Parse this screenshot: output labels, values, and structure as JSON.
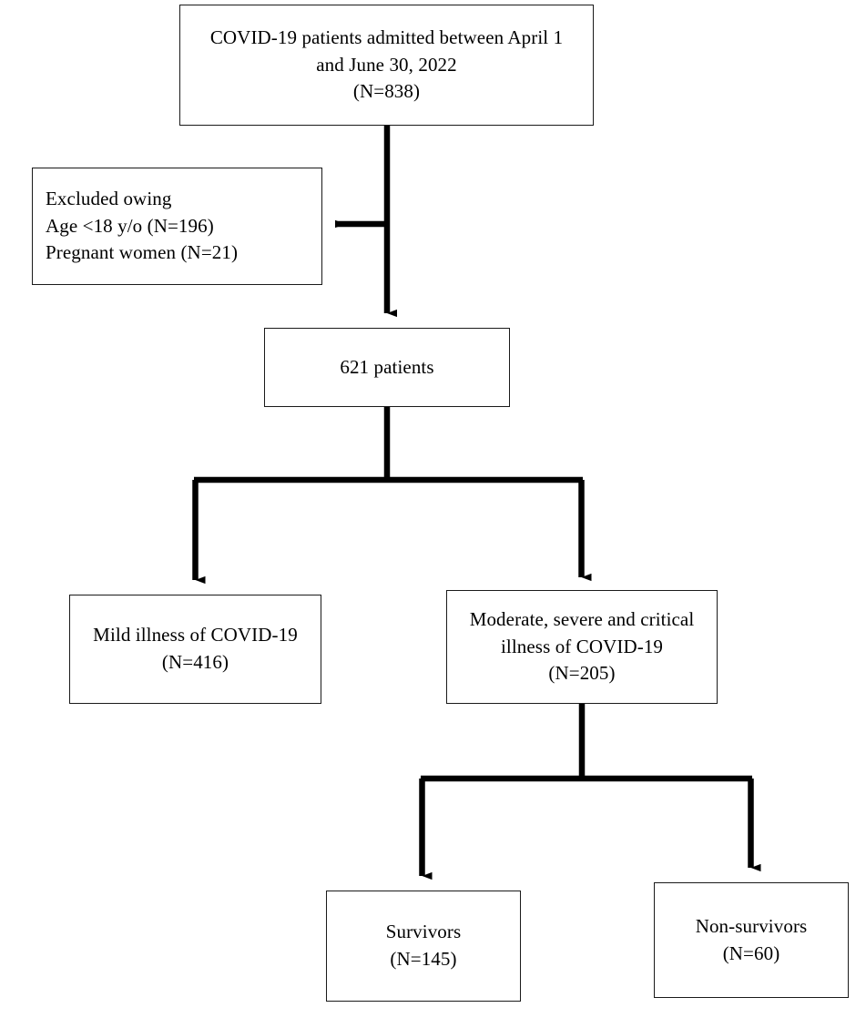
{
  "figure": {
    "type": "flowchart",
    "orientation": "top-down",
    "stroke_color": "#000000",
    "box_border_color": "#1a1a1a",
    "background_color": "#ffffff"
  },
  "nodes": {
    "admitted": {
      "id": "admitted",
      "lines": [
        "COVID-19 patients admitted between April 1",
        "and June 30, 2022",
        "(N=838)"
      ],
      "count": "838",
      "align": "center"
    },
    "excluded": {
      "id": "excluded",
      "lines": [
        "Excluded owing",
        "Age <18 y/o (N=196)",
        "Pregnant women (N=21)"
      ],
      "align": "left"
    },
    "eligible": {
      "id": "eligible",
      "lines": [
        "621 patients"
      ],
      "count": "621",
      "align": "center"
    },
    "mild": {
      "id": "mild",
      "lines": [
        "Mild illness of COVID-19",
        "(N=416)"
      ],
      "count": "416",
      "align": "center"
    },
    "moderate": {
      "id": "moderate",
      "lines": [
        "Moderate, severe and critical",
        "illness of COVID-19",
        "(N=205)"
      ],
      "count": "205",
      "align": "center"
    },
    "survivors": {
      "id": "survivors",
      "lines": [
        "Survivors",
        "(N=145)"
      ],
      "count": "145",
      "align": "center"
    },
    "nonsurvivors": {
      "id": "nonsurvivors",
      "lines": [
        "Non-survivors",
        "(N=60)"
      ],
      "count": "60",
      "align": "center"
    }
  },
  "edges": [
    {
      "from": "admitted",
      "to": "excluded",
      "style": "elbow-left-arrow",
      "label": ""
    },
    {
      "from": "admitted",
      "to": "eligible",
      "style": "straight-down-arrow",
      "label": ""
    },
    {
      "from": "eligible",
      "to": "mild",
      "style": "split-down-arrow",
      "label": ""
    },
    {
      "from": "eligible",
      "to": "moderate",
      "style": "split-down-arrow",
      "label": ""
    },
    {
      "from": "moderate",
      "to": "survivors",
      "style": "split-down-arrow",
      "label": ""
    },
    {
      "from": "moderate",
      "to": "nonsurvivors",
      "style": "split-down-arrow",
      "label": ""
    }
  ]
}
